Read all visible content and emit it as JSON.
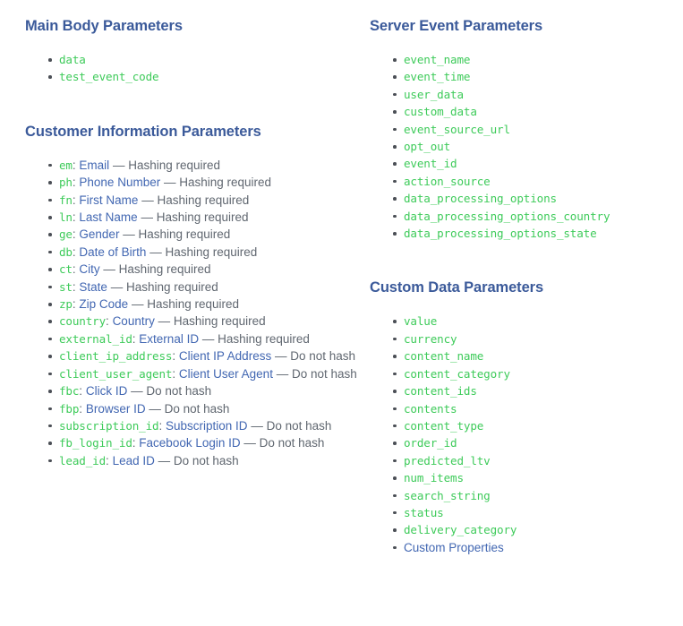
{
  "colors": {
    "heading": "#3b5a9a",
    "code_green": "#3ecb5a",
    "link_blue": "#4267b2",
    "body_gray": "#606770",
    "background": "#ffffff",
    "bullet": "#4b4f56"
  },
  "left_column": {
    "sections": [
      {
        "heading": "Main Body Parameters",
        "items": [
          {
            "code": "data"
          },
          {
            "code": "test_event_code"
          }
        ]
      },
      {
        "heading": "Customer Information Parameters",
        "items": [
          {
            "code": "em",
            "separator": ":",
            "link": "Email",
            "description": "— Hashing required"
          },
          {
            "code": "ph",
            "separator": ":",
            "link": "Phone Number",
            "description": "— Hashing required"
          },
          {
            "code": "fn",
            "separator": ":",
            "link": "First Name",
            "description": "— Hashing required"
          },
          {
            "code": "ln",
            "separator": ":",
            "link": "Last Name",
            "description": "— Hashing required"
          },
          {
            "code": "ge",
            "separator": ":",
            "link": "Gender",
            "description": "— Hashing required"
          },
          {
            "code": "db",
            "separator": ":",
            "link": "Date of Birth",
            "description": "— Hashing required"
          },
          {
            "code": "ct",
            "separator": ":",
            "link": "City",
            "description": "— Hashing required"
          },
          {
            "code": "st",
            "separator": ":",
            "link": "State",
            "description": "— Hashing required"
          },
          {
            "code": "zp",
            "separator": ":",
            "link": "Zip Code",
            "description": "— Hashing required"
          },
          {
            "code": "country",
            "separator": ":",
            "link": "Country",
            "description": "— Hashing required"
          },
          {
            "code": "external_id",
            "separator": ":",
            "link": "External ID",
            "description": "— Hashing required"
          },
          {
            "code": "client_ip_address",
            "separator": ":",
            "link": "Client IP Address",
            "description": "— Do not hash"
          },
          {
            "code": "client_user_agent",
            "separator": ":",
            "link": "Client User Agent",
            "description": "— Do not hash"
          },
          {
            "code": "fbc",
            "separator": ":",
            "link": "Click ID",
            "description": "— Do not hash"
          },
          {
            "code": "fbp",
            "separator": ":",
            "link": "Browser ID",
            "description": "— Do not hash"
          },
          {
            "code": "subscription_id",
            "separator": ":",
            "link": "Subscription ID",
            "description": "— Do not hash"
          },
          {
            "code": "fb_login_id",
            "separator": ":",
            "link": "Facebook Login ID",
            "description": "— Do not hash"
          },
          {
            "code": "lead_id",
            "separator": ":",
            "link": "Lead ID",
            "description": "— Do not hash"
          }
        ]
      }
    ]
  },
  "right_column": {
    "sections": [
      {
        "heading": "Server Event Parameters",
        "items": [
          {
            "code": "event_name"
          },
          {
            "code": "event_time"
          },
          {
            "code": "user_data"
          },
          {
            "code": "custom_data"
          },
          {
            "code": "event_source_url"
          },
          {
            "code": "opt_out"
          },
          {
            "code": "event_id"
          },
          {
            "code": "action_source"
          },
          {
            "code": "data_processing_options"
          },
          {
            "code": "data_processing_options_country"
          },
          {
            "code": "data_processing_options_state"
          }
        ]
      },
      {
        "heading": "Custom Data Parameters",
        "items": [
          {
            "code": "value"
          },
          {
            "code": "currency"
          },
          {
            "code": "content_name"
          },
          {
            "code": "content_category"
          },
          {
            "code": "content_ids"
          },
          {
            "code": "contents"
          },
          {
            "code": "content_type"
          },
          {
            "code": "order_id"
          },
          {
            "code": "predicted_ltv"
          },
          {
            "code": "num_items"
          },
          {
            "code": "search_string"
          },
          {
            "code": "status"
          },
          {
            "code": "delivery_category"
          },
          {
            "link": "Custom Properties"
          }
        ]
      }
    ]
  }
}
